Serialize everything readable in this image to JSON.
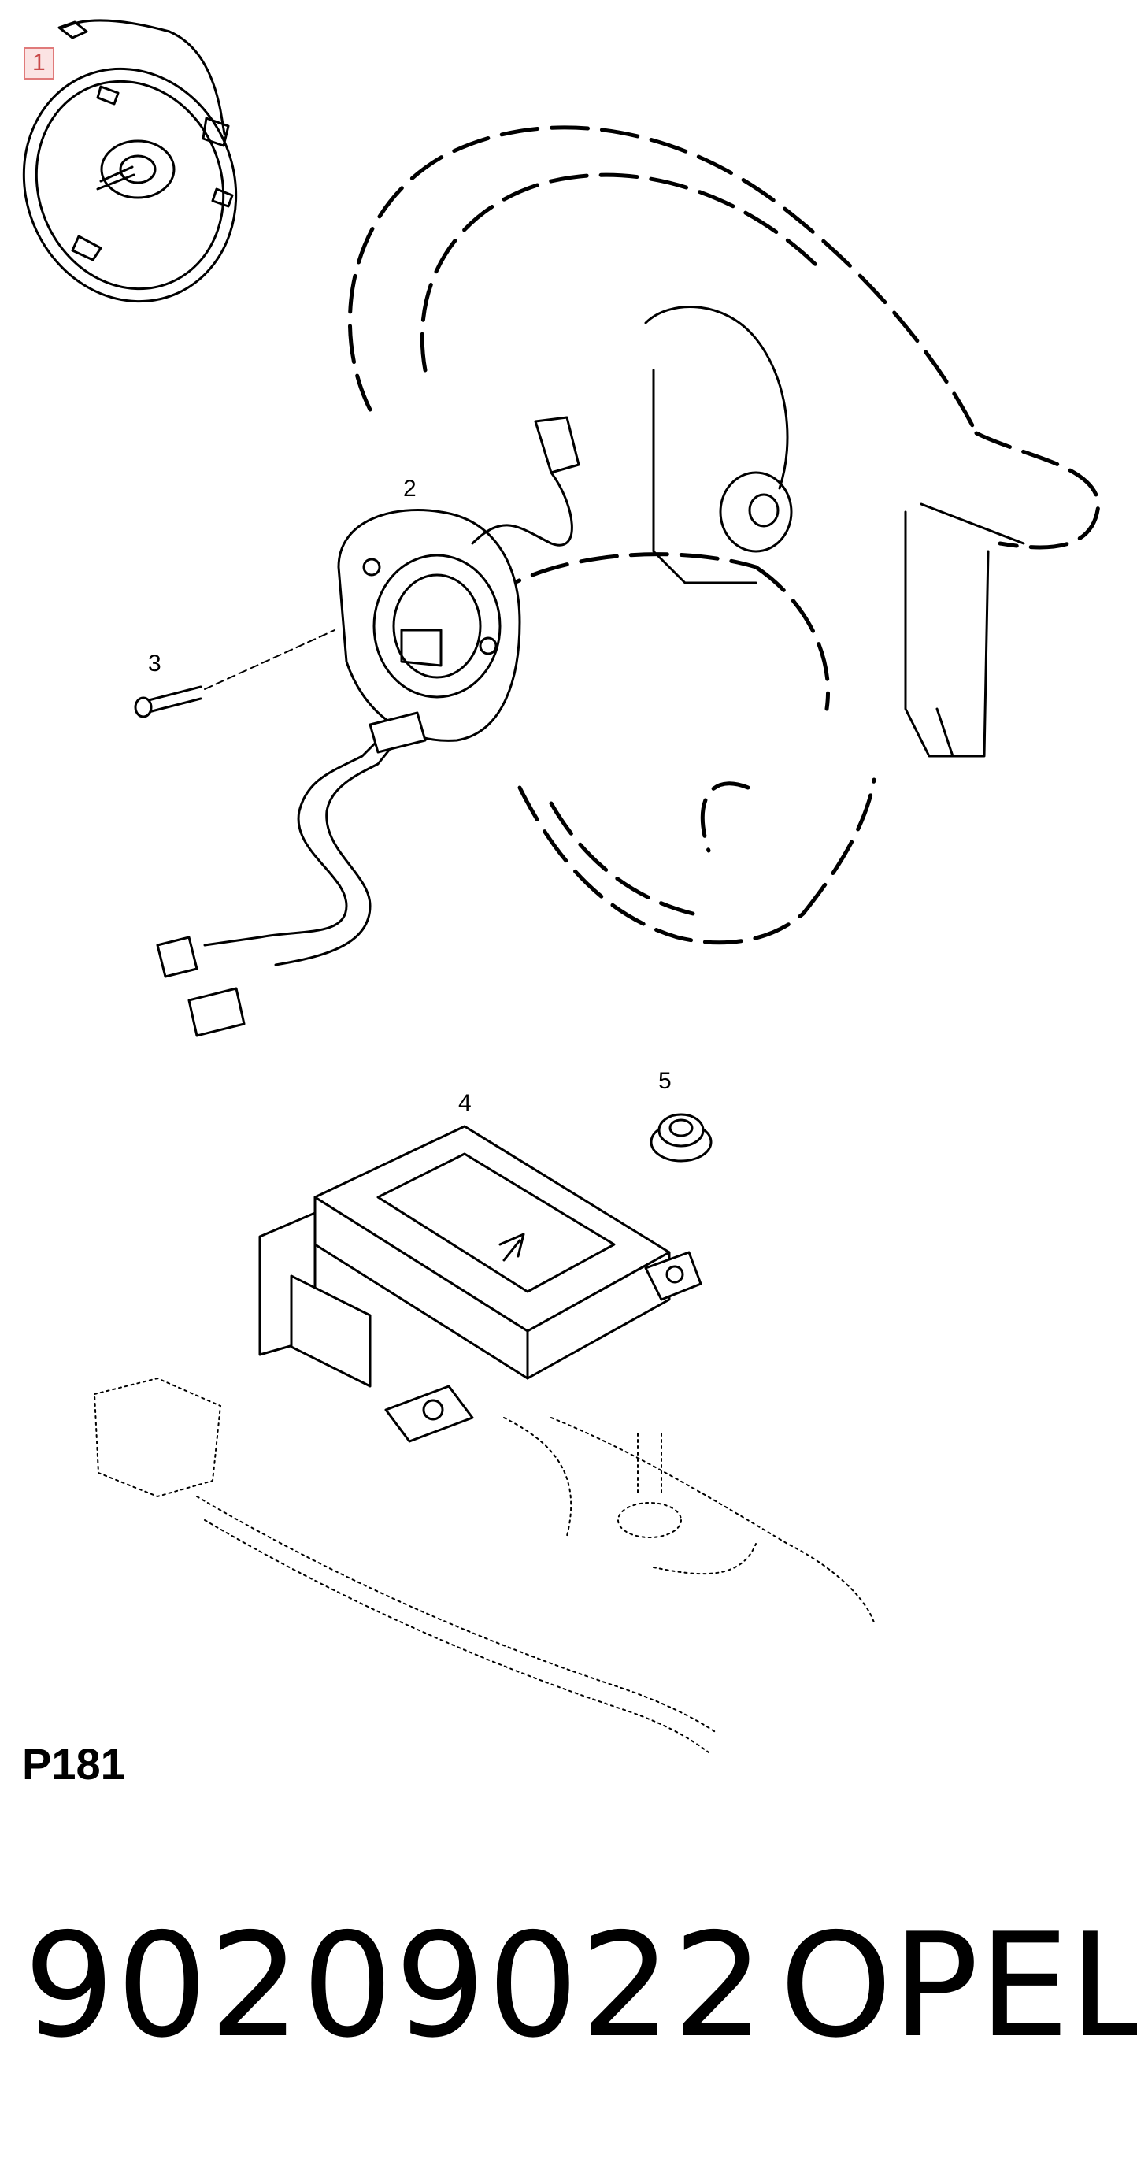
{
  "callouts": [
    {
      "id": "1",
      "label": "1"
    },
    {
      "id": "2",
      "label": "2"
    },
    {
      "id": "3",
      "label": "3"
    },
    {
      "id": "4",
      "label": "4"
    },
    {
      "id": "5",
      "label": "5"
    }
  ],
  "diagram_code": "P181",
  "part_number": "90209022",
  "brand": "OPEL"
}
